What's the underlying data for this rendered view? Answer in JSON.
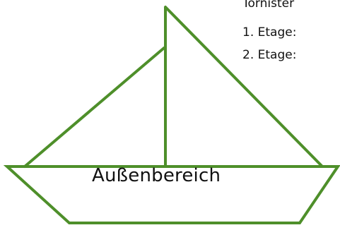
{
  "diagram": {
    "boat_label": "Außenbereich",
    "notes": {
      "title": "Tornister",
      "line1": "1. Etage:",
      "line2": "2. Etage:"
    },
    "stroke_color": "#4e8f2a"
  }
}
